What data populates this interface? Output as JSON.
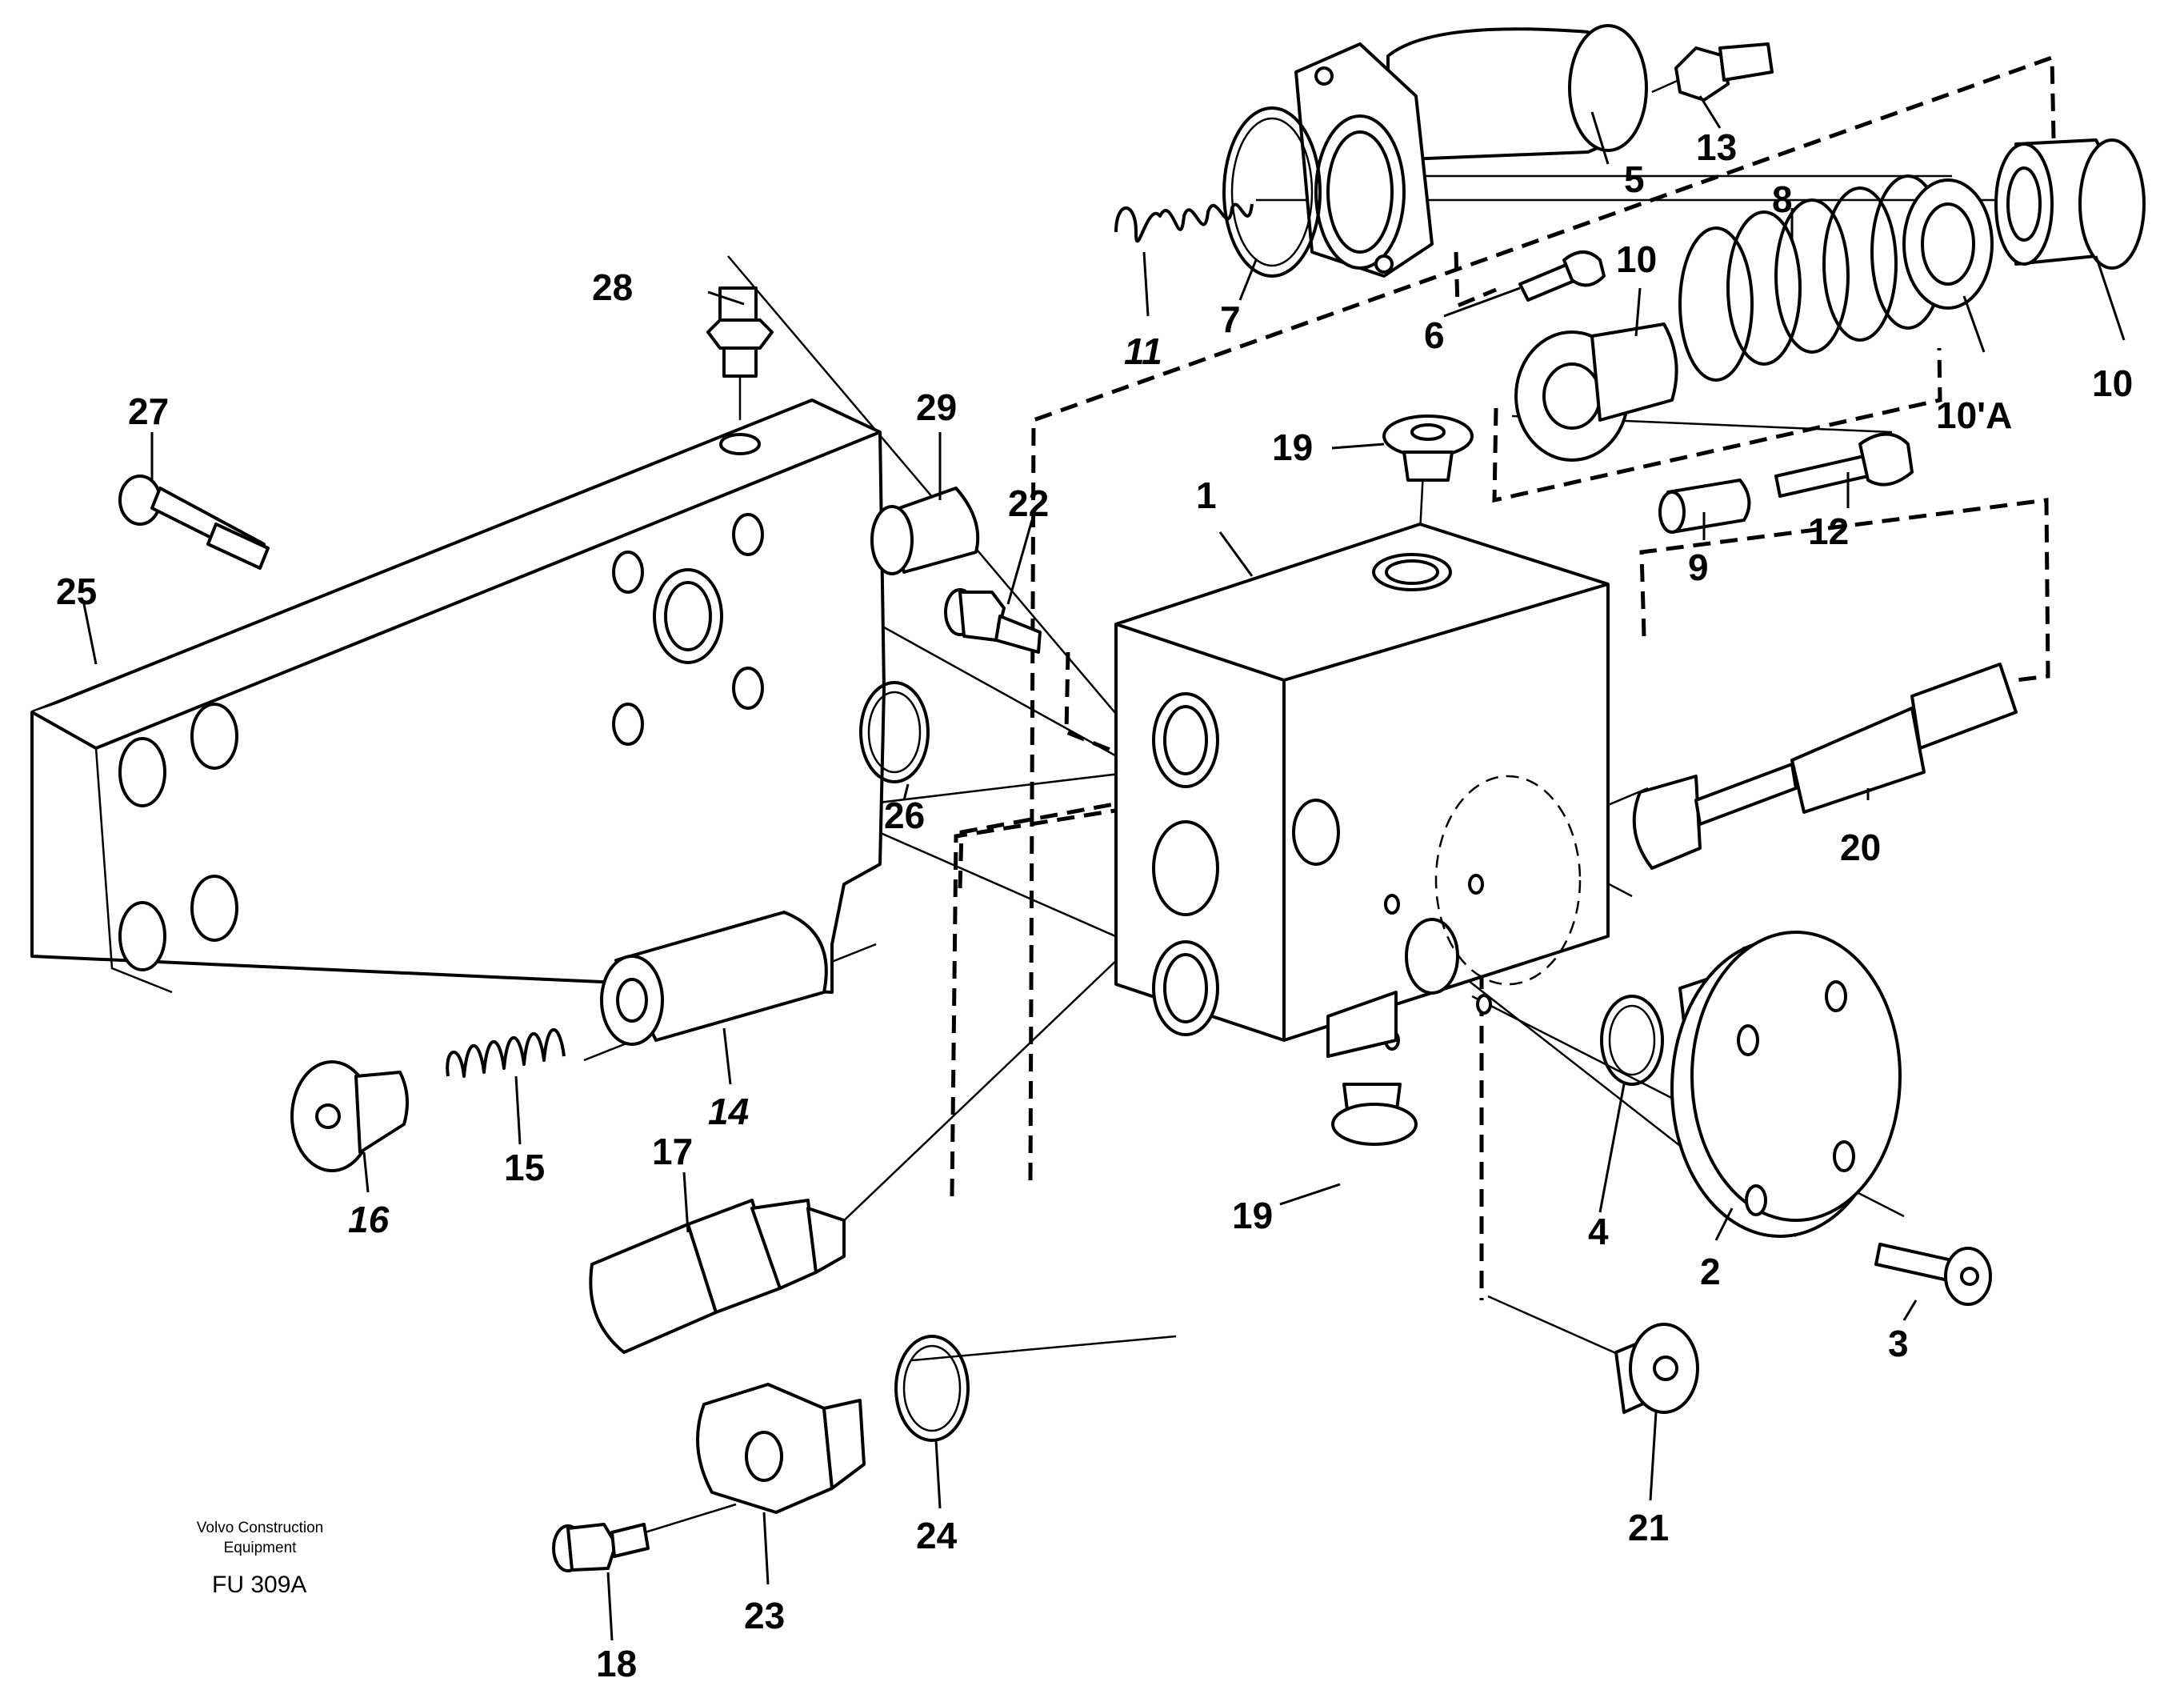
{
  "callouts": {
    "c1": "1",
    "c2": "2",
    "c3": "3",
    "c4": "4",
    "c5": "5",
    "c6": "6",
    "c7": "7",
    "c8": "8",
    "c9": "9",
    "c10a": "10",
    "c10b": "10",
    "c10A": "10'A",
    "c11": "11",
    "c12": "12",
    "c13": "13",
    "c14": "14",
    "c15": "15",
    "c16": "16",
    "c17": "17",
    "c18": "18",
    "c19a": "19",
    "c19b": "19",
    "c20": "20",
    "c21": "21",
    "c22": "22",
    "c23": "23",
    "c24": "24",
    "c25": "25",
    "c26": "26",
    "c27": "27",
    "c28": "28",
    "c29": "29"
  },
  "caption": {
    "line1": "Volvo Construction",
    "line2": "Equipment",
    "code": "FU 309A"
  }
}
